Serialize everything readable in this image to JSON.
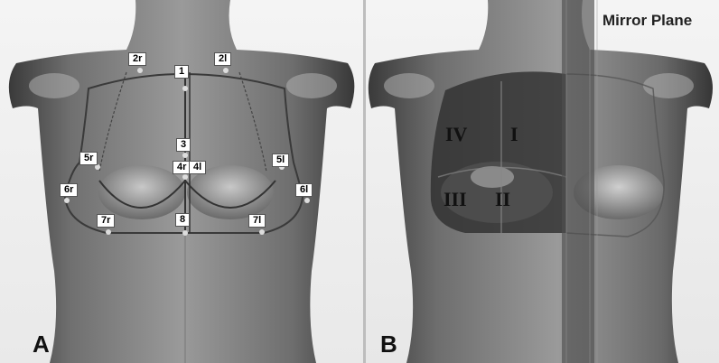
{
  "panel_a": {
    "letter": "A",
    "landmarks": {
      "l1": "1",
      "l2r": "2r",
      "l2l": "2l",
      "l3": "3",
      "l4r": "4r",
      "l4l": "4l",
      "l5r": "5r",
      "l5l": "5l",
      "l6r": "6r",
      "l6l": "6l",
      "l7r": "7r",
      "l7l": "7l",
      "l8": "8"
    }
  },
  "panel_b": {
    "letter": "B",
    "mirror_plane_label": "Mirror Plane",
    "quadrants": {
      "q1": "I",
      "q2": "II",
      "q3": "III",
      "q4": "IV"
    }
  }
}
